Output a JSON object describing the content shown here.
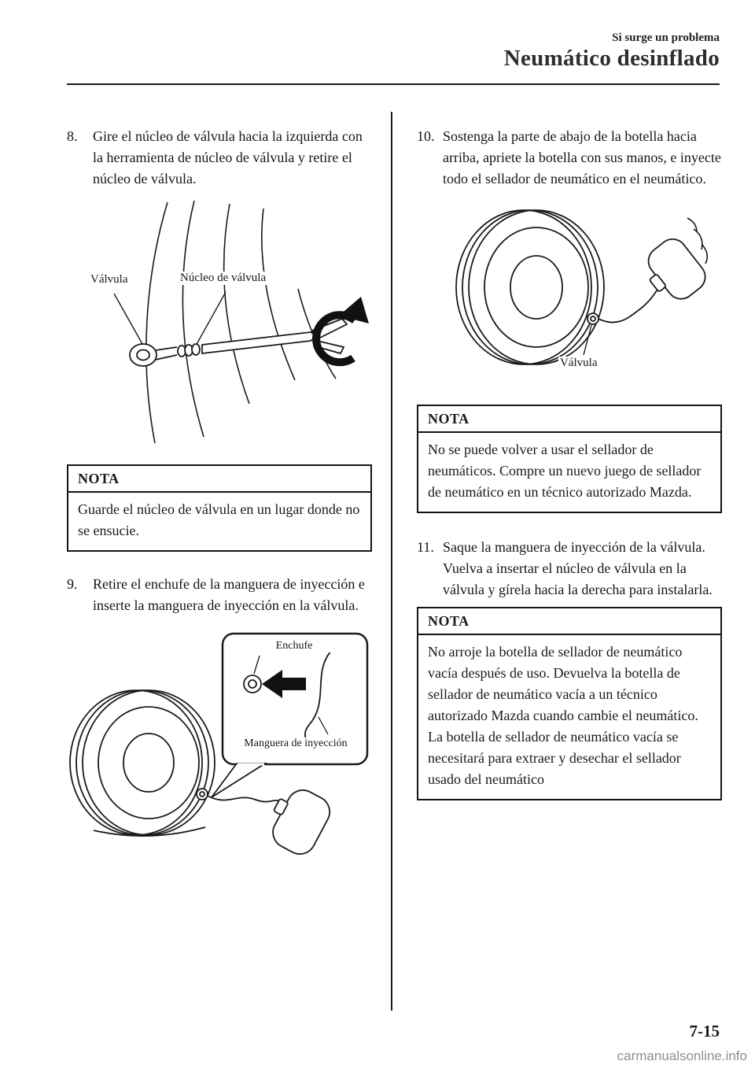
{
  "header": {
    "eyebrow": "Si surge un problema",
    "title": "Neumático desinflado"
  },
  "steps": {
    "s8": {
      "num": "8.",
      "text": "Gire el núcleo de válvula hacia la izquierda con la herramienta de núcleo de válvula y retire el núcleo de válvula."
    },
    "s9": {
      "num": "9.",
      "text": "Retire el enchufe de la manguera de inyección e inserte la manguera de inyección en la válvula."
    },
    "s10": {
      "num": "10.",
      "text": "Sostenga la parte de abajo de la botella hacia arriba, apriete la botella con sus manos, e inyecte todo el sellador de neumático en el neumático."
    },
    "s11": {
      "num": "11.",
      "text": "Saque la manguera de inyección de la válvula. Vuelva a insertar el núcleo de válvula en la válvula y gírela hacia la derecha para instalarla."
    }
  },
  "notes": {
    "n1": {
      "title": "NOTA",
      "body": "Guarde el núcleo de válvula en un lugar donde no se ensucie."
    },
    "n2": {
      "title": "NOTA",
      "body": "No se puede volver a usar el sellador de neumáticos. Compre un nuevo juego de sellador de neumático en un técnico autorizado Mazda."
    },
    "n3": {
      "title": "NOTA",
      "body": "No arroje la botella de sellador de neumático vacía después de uso. Devuelva la botella de sellador de neumático vacía a un técnico autorizado Mazda cuando cambie el neumático. La botella de sellador de neumático vacía se necesitará para extraer y desechar el sellador usado del neumático"
    }
  },
  "figures": {
    "fig1": {
      "label_valvula": "Válvula",
      "label_nucleo": "Núcleo de válvula"
    },
    "fig2": {
      "label_enchufe": "Enchufe",
      "label_manguera": "Manguera de inyección"
    },
    "fig3": {
      "label_valvula": "Válvula"
    }
  },
  "footer": {
    "page_number": "7-15",
    "watermark": "carmanualsonline.info"
  },
  "colors": {
    "text": "#1a1a1a",
    "watermark": "#8e8e8e"
  }
}
